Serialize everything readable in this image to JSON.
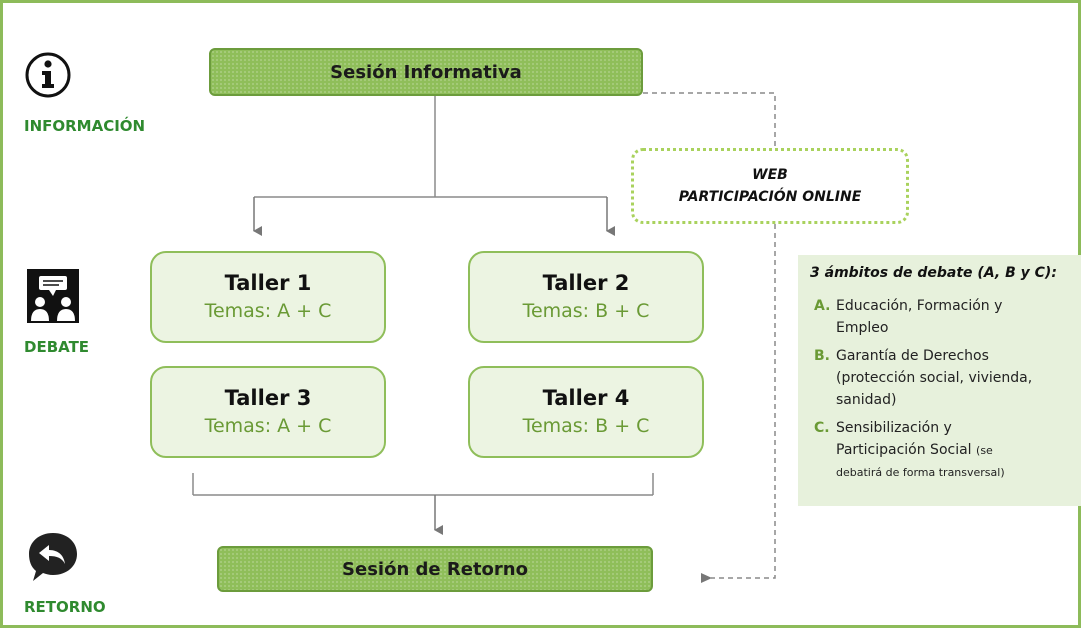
{
  "stages": {
    "informacion": "INFORMACIÓN",
    "debate": "DEBATE",
    "retorno": "RETORNO"
  },
  "sesion_informativa": "Sesión Informativa",
  "sesion_retorno": "Sesión de Retorno",
  "web": {
    "line1": "WEB",
    "line2": "PARTICIPACIÓN ONLINE"
  },
  "talleres": [
    {
      "title": "Taller 1",
      "temas": "Temas: A + C"
    },
    {
      "title": "Taller 2",
      "temas": "Temas: B + C"
    },
    {
      "title": "Taller 3",
      "temas": "Temas: A + C"
    },
    {
      "title": "Taller 4",
      "temas": "Temas: B + C"
    }
  ],
  "ambitos": {
    "title": "3 ámbitos de debate (A, B y C):",
    "items": [
      {
        "letter": "A.",
        "line1": "Educación, Formación y",
        "line2": "Empleo"
      },
      {
        "letter": "B.",
        "line1": "Garantía de Derechos",
        "line2": "(protección social, vivienda,",
        "line3": "sanidad)"
      },
      {
        "letter": "C.",
        "line1": "Sensibilización y",
        "line2": "Participación Social",
        "note1": "(se",
        "note2": "debatirá de forma transversal)"
      }
    ]
  },
  "colors": {
    "accent": "#8fbe5a",
    "label_green": "#2f8a2f",
    "panel": "#e7f1dc"
  },
  "icons": [
    "info-icon",
    "debate-icon",
    "return-icon"
  ]
}
